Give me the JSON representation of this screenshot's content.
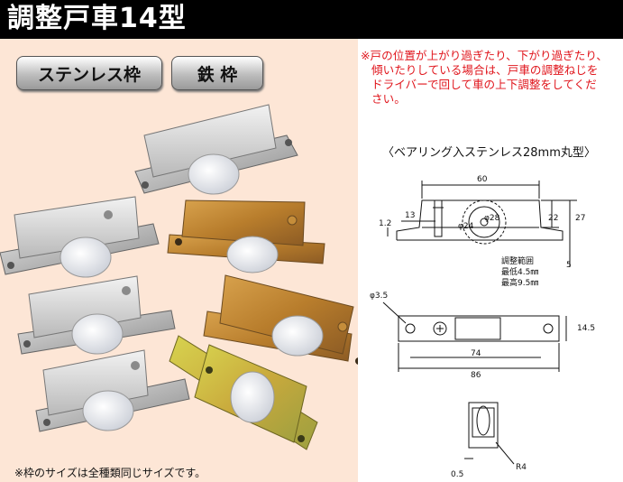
{
  "header": {
    "title": "調整戸車14型"
  },
  "frame_buttons": {
    "stainless": "ステンレス枠",
    "iron": "鉄 枠"
  },
  "note_red": {
    "lines": [
      "※戸の位置が上がり過ぎたり、下がり過ぎたり、",
      "傾いたりしている場合は、戸車の調整ねじを",
      "ドライバーで回して車の上下調整をしてくだ",
      "さい。"
    ]
  },
  "diagram": {
    "title": "〈ベアリング入ステンレス28mm丸型〉",
    "dims": {
      "d60": "60",
      "d13": "13",
      "d12": "1.2",
      "d28": "φ28",
      "d24": "φ24",
      "d22": "22",
      "d27": "27",
      "d5": "5",
      "adjust_title": "調整範囲",
      "adjust_min": "最低4.5㎜",
      "adjust_max": "最高9.5㎜",
      "d35": "φ3.5",
      "d145": "14.5",
      "d74": "74",
      "d86": "86",
      "d05": "0.5",
      "r4": "R4"
    }
  },
  "note_bottom": "※枠のサイズは全種類同じサイズです。",
  "colors": {
    "header_bg": "#000000",
    "panel_bg": "#fde6d6",
    "note_red": "#e0151c"
  }
}
